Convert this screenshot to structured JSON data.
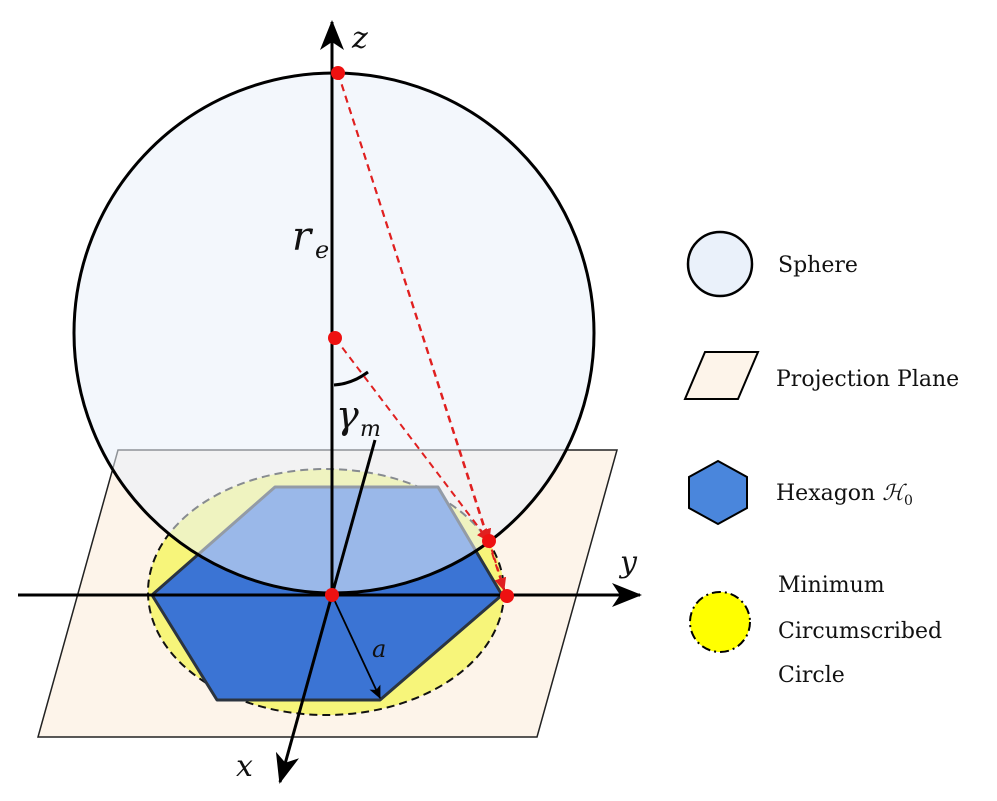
{
  "axes": {
    "x": "x",
    "y": "y",
    "z": "z"
  },
  "labels": {
    "radius_main": "r",
    "radius_sub": "e",
    "angle_main": "γ",
    "angle_sub": "m",
    "side": "a"
  },
  "legend": {
    "sphere": "Sphere",
    "plane": "Projection Plane",
    "hexagon_main": "Hexagon ",
    "hexagon_sym": "ℋ",
    "hexagon_sub": "0",
    "circle_line1": "Minimum",
    "circle_line2": "Circumscribed",
    "circle_line3": "Circle"
  },
  "colors": {
    "sphere_fill": "#eaf1fa",
    "plane_fill": "#fdf4ea",
    "hexagon_fill": "#3b74d4",
    "hexagon_legend_fill": "#4a86dc",
    "circle_fill": "#f7f57a",
    "circle_legend_fill": "#ffff00",
    "projection_color": "#e02020",
    "point_color": "#ee1111"
  }
}
